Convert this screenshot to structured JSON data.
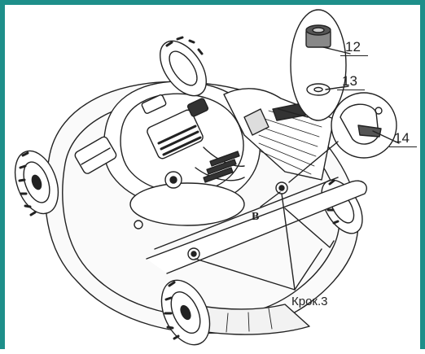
{
  "diagram": {
    "frame_color": "#1e8f8a",
    "labels": {
      "part_12": "12",
      "part_13": "13",
      "part_14": "14",
      "point_b": "B",
      "step": "Крок.3"
    }
  }
}
